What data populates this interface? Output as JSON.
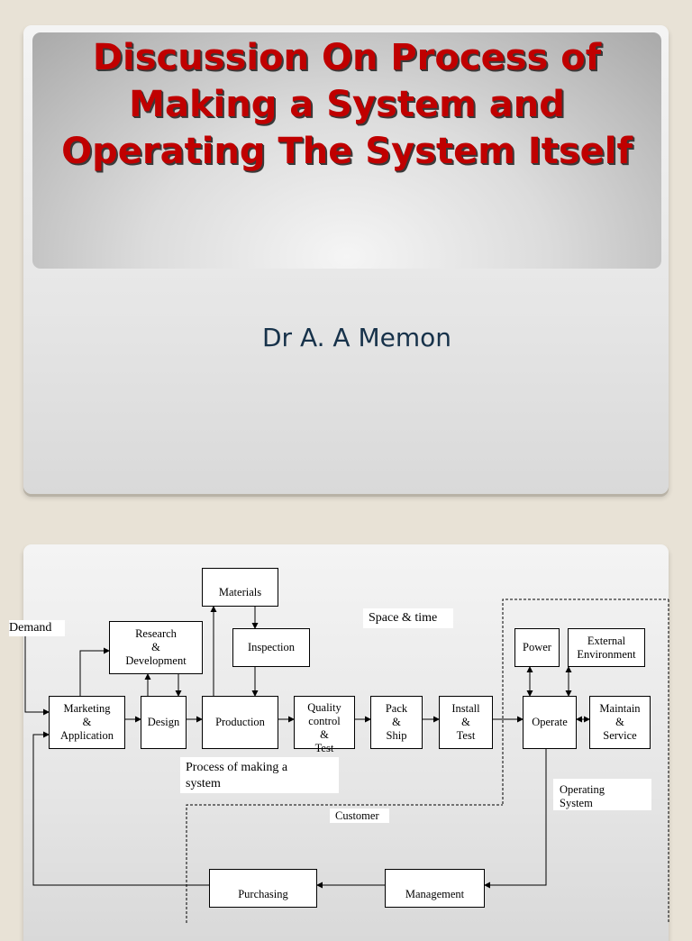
{
  "slide1": {
    "title": "Discussion On Process of Making a System and Operating The System Itself",
    "subtitle": "Dr A. A Memon"
  },
  "diagram": {
    "boxes": {
      "materials": "Materials",
      "research": "Research\n&\nDevelopment",
      "inspection": "Inspection",
      "marketing": "Marketing\n&\nApplication",
      "design": "Design",
      "production": "Production",
      "quality": "Quality\ncontrol\n&\nTest",
      "pack": "Pack\n&\nShip",
      "install": "Install\n&\nTest",
      "operate": "Operate",
      "maintain": "Maintain\n&\nService",
      "power": "Power",
      "external": "External\nEnvironment",
      "purchasing": "Purchasing",
      "management": "Management"
    },
    "labels": {
      "demand": "Demand",
      "space_time": "Space & time",
      "process_making": "Process of making a\nsystem",
      "operating_system": "Operating\nSystem",
      "customer": "Customer"
    },
    "colors": {
      "title": "#c00000",
      "subtitle": "#17324a",
      "line": "#000000"
    }
  }
}
